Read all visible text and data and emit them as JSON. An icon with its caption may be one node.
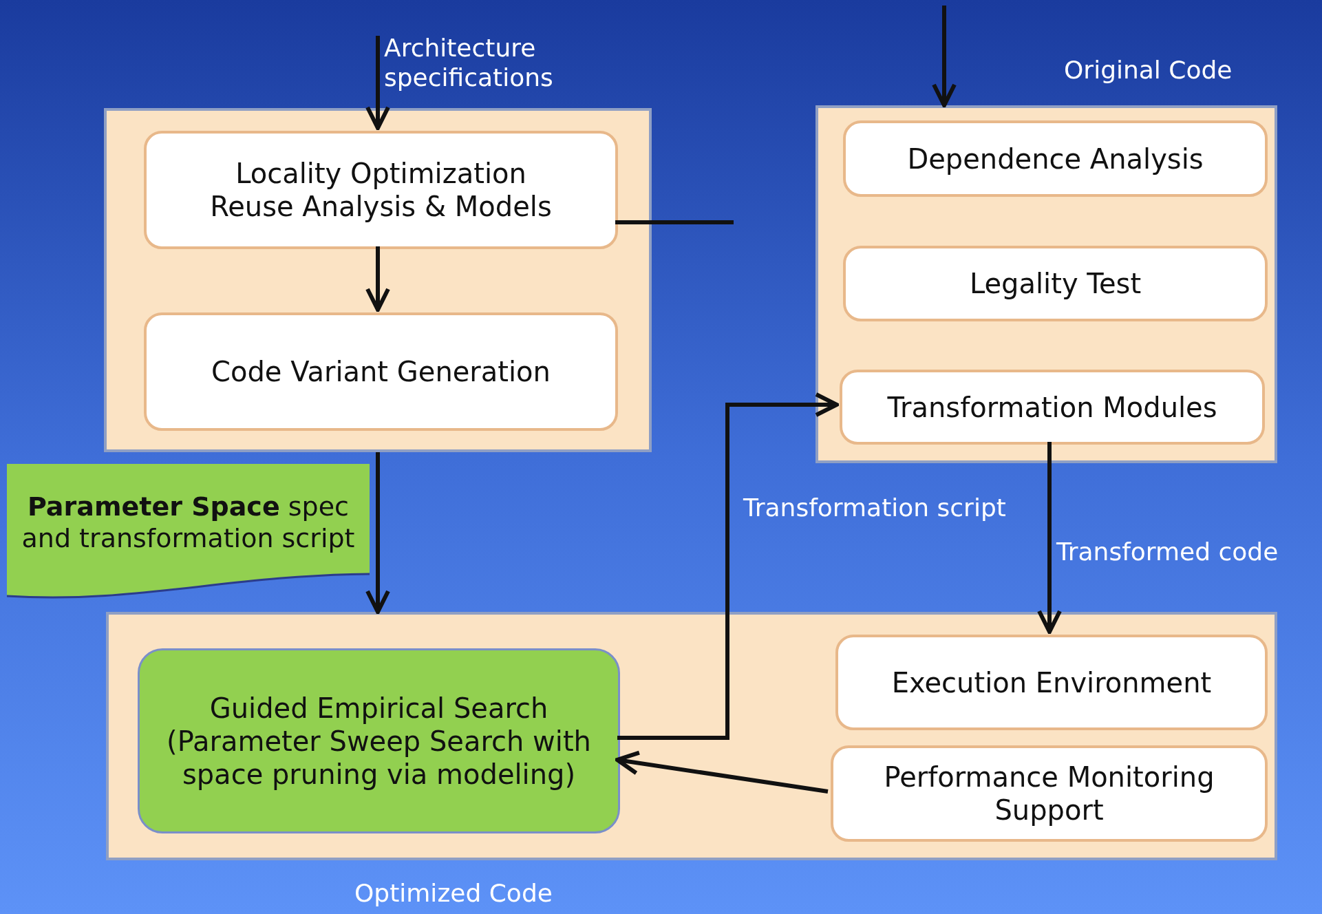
{
  "diagram": {
    "nodes": [
      {
        "text": [],
        "shape": "box"
      },
      {
        "text": [
          "Locality Optimization",
          "Reuse Analysis & Models"
        ],
        "in": 0
      },
      {
        "text": [
          "Code Variant Generation"
        ],
        "in": 0
      },
      {
        "text": [],
        "shape": "box"
      },
      {
        "text": [
          "Dependence Analysis"
        ],
        "in": 3
      },
      {
        "text": [
          "Legality Test"
        ],
        "in": 3
      },
      {
        "text": [
          "Transformation Modules"
        ],
        "in": 3
      },
      {
        "text": [],
        "shape": "box"
      },
      {
        "text": [
          "Guided Empirical Search (Parameter Sweep Search with space pruning via modeling)"
        ],
        "in": 7
      },
      {
        "text": [
          "Execution Environment"
        ],
        "in": 7
      },
      {
        "text": [
          "Performance Monitoring Support"
        ],
        "in": 7
      },
      {
        "text": [
          "**Parameter Space** spec and transformation script"
        ]
      }
    ],
    "edges": [
      {
        "from": null,
        "to": 1,
        "arrow": "to",
        "label": "Architecture specifications"
      },
      {
        "from": null,
        "to": 3,
        "arrow": "to"
      },
      {
        "from": 1,
        "to": 2,
        "arrow": "to"
      },
      {
        "from": 1,
        "to": null,
        "arrow": "none"
      },
      {
        "from": 0,
        "to": 7,
        "arrow": "to"
      },
      {
        "from": 8,
        "to": 6,
        "arrow": "to",
        "label": "Transformation script"
      },
      {
        "from": 6,
        "to": 9,
        "arrow": "to",
        "label": "Transformed code"
      },
      {
        "from": 10,
        "to": 8,
        "arrow": "to"
      }
    ],
    "labels": [
      "Original Code",
      "Optimized Code"
    ]
  }
}
